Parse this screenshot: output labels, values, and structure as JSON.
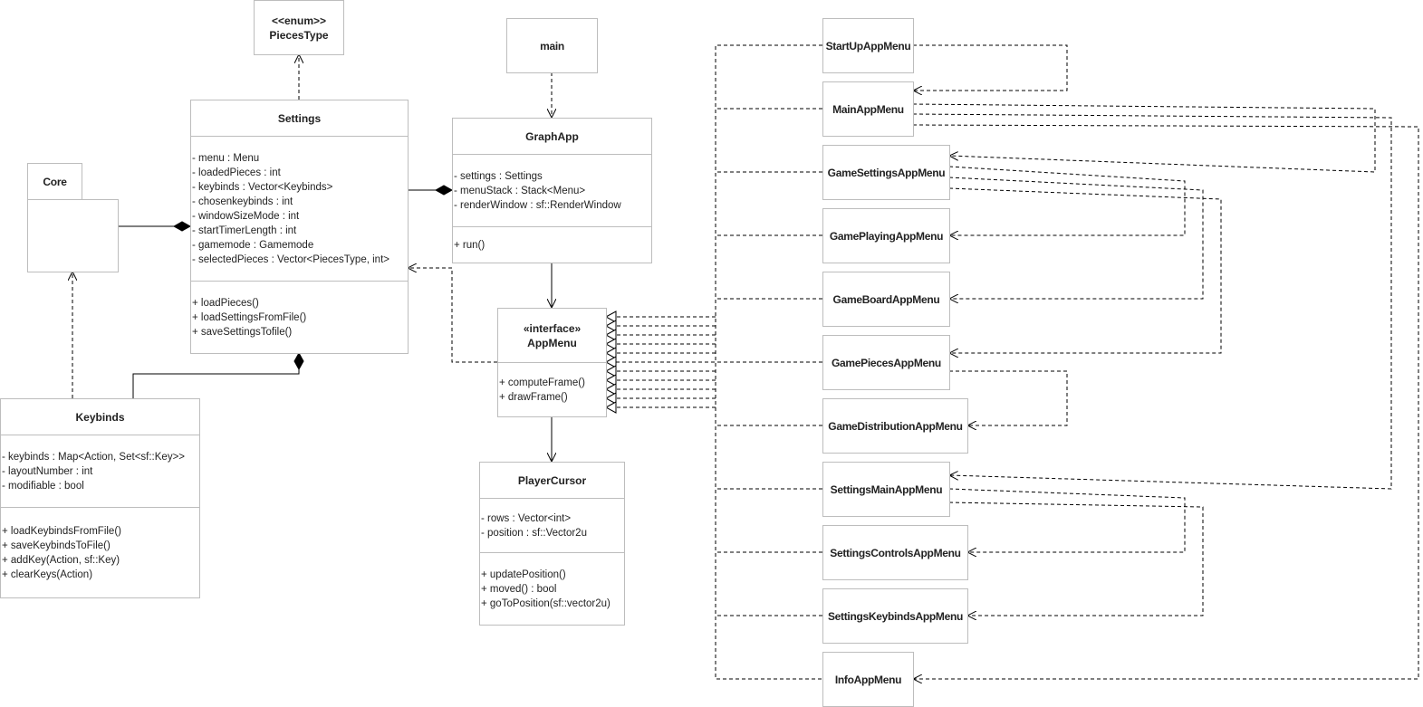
{
  "classes": {
    "pieces_type": {
      "stereotype": "<<enum>>",
      "name": "PiecesType"
    },
    "main": {
      "name": "main"
    },
    "core": {
      "name": "Core"
    },
    "settings": {
      "name": "Settings",
      "attributes": [
        "- menu : Menu",
        "- loadedPieces : int",
        "- keybinds : Vector<Keybinds>",
        "- chosenkeybinds : int",
        "- windowSizeMode : int",
        "- startTimerLength : int",
        "- gamemode : Gamemode",
        "- selectedPieces : Vector<PiecesType, int>"
      ],
      "methods": [
        "+ loadPieces()",
        "+ loadSettingsFromFile()",
        "+ saveSettingsTofile()"
      ]
    },
    "graph_app": {
      "name": "GraphApp",
      "attributes": [
        "- settings : Settings",
        "- menuStack : Stack<Menu>",
        "- renderWindow : sf::RenderWindow"
      ],
      "methods": [
        "+ run()"
      ]
    },
    "app_menu": {
      "stereotype": "«interface»",
      "name": "AppMenu",
      "methods": [
        "+ computeFrame()",
        "+ drawFrame()"
      ]
    },
    "keybinds": {
      "name": "Keybinds",
      "attributes": [
        "- keybinds : Map<Action, Set<sf::Key>>",
        "- layoutNumber : int",
        "- modifiable : bool"
      ],
      "methods": [
        "+ loadKeybindsFromFile()",
        "+ saveKeybindsToFile()",
        "+ addKey(Action, sf::Key)",
        "+ clearKeys(Action)"
      ]
    },
    "player_cursor": {
      "name": "PlayerCursor",
      "attributes": [
        "- rows : Vector<int>",
        "- position : sf::Vector2u"
      ],
      "methods": [
        "+ updatePosition()",
        "+ moved() : bool",
        "+ goToPosition(sf::vector2u)"
      ]
    }
  },
  "menus": [
    "StartUpAppMenu",
    "MainAppMenu",
    "GameSettingsAppMenu",
    "GamePlayingAppMenu",
    "GameBoardAppMenu",
    "GamePiecesAppMenu",
    "GameDistributionAppMenu",
    "SettingsMainAppMenu",
    "SettingsControlsAppMenu",
    "SettingsKeybindsAppMenu",
    "InfoAppMenu"
  ]
}
